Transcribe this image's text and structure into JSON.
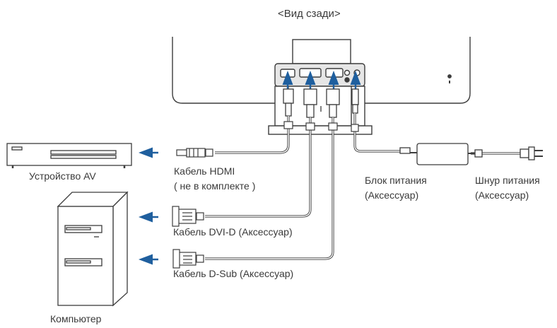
{
  "title": "<Вид сзади>",
  "labels": {
    "av_device": "Устройство AV",
    "hdmi_cable_1": "Кабель HDMI",
    "hdmi_cable_2": "( не в комплекте )",
    "dvi_cable": "Кабель DVI-D (Аксессуар)",
    "dsub_cable": "Кабель D-Sub (Аксессуар)",
    "computer": "Компьютер",
    "power_adapter_1": "Блок питания",
    "power_adapter_2": "(Аксессуар)",
    "power_cord_1": "Шнур питания",
    "power_cord_2": "(Аксессуар)"
  },
  "colors": {
    "line": "#3c3c3c",
    "arrow": "#1f5f9e",
    "panel": "#e6e6e6",
    "cable_fill": "#ffffff"
  }
}
